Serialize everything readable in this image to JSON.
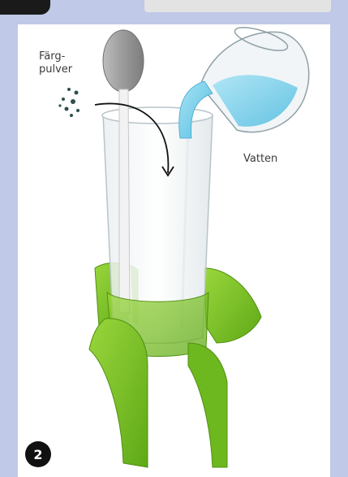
{
  "labels": {
    "powder_line1": "Färg-",
    "powder_line2": "pulver",
    "water": "Vatten"
  },
  "step_number": "2",
  "colors": {
    "background": "#c0c9e7",
    "card": "#ffffff",
    "stand_green": "#7cc425",
    "water_blue": "#7fd0ea",
    "spoon_gray": "#9a9a9a"
  }
}
